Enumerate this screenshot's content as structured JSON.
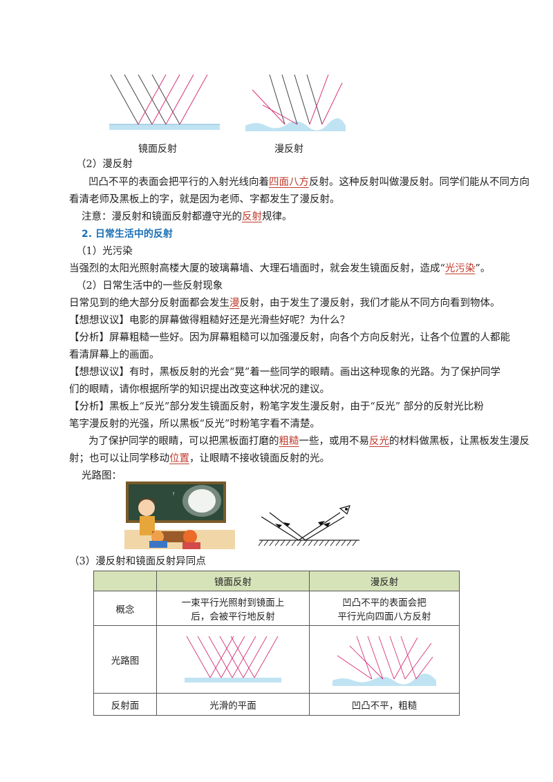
{
  "top_figure": {
    "caption_left": "镜面反射",
    "caption_right": "漫反射"
  },
  "section_diffuse": {
    "heading": "（2）漫反射",
    "p1_a": "凹凸不平的表面会把平行的入射光线向着",
    "p1_blank": "四面八方",
    "p1_b": "反射。这种反射叫做漫反射。同学们能从不同方向",
    "p1_c": "看清老师及黑板上的字，就是因为老师、字都发生了漫反射。",
    "note_a": "注意：漫反射和镜面反射都遵守光的",
    "note_blank": "反射",
    "note_b": "规律。"
  },
  "section2": {
    "title": "2.   日常生活中的反射",
    "sub1": "（1）光污染",
    "p1_a": "当强烈的太阳光照射高楼大厦的玻璃幕墙、大理石墙面时，就会发生镜面反射，造成“",
    "p1_blank": "光污染",
    "p1_b": "”。",
    "sub2": "（2）日常生活中的一些反射现象",
    "p2_a": "日常见到的绝大部分反射面都会发生",
    "p2_blank": "漫",
    "p2_b": "反射，由于发生了漫反射，我们才能从不同方向看到物体。",
    "q1": "【想想议议】电影的屏幕做得粗糙好还是光滑些好呢？为什么？",
    "a1_a": "【分析】屏幕粗糙一些好。因为屏幕粗糙可以加强漫反射，向各个方向反射光，让各个位置的人都能",
    "a1_b": "看清屏幕上的画面。",
    "q2_a": "【想想议议】有时，黑板反射的光会“晃”着一些同学的眼睛。画出这种现象的光路。为了保护同学",
    "q2_b": "们的眼睛，请你根据所学的知识提出改变这种状况的建议。",
    "a2_a": "【分析】黑板上“反光”部分发生镜面反射，粉笔字发生漫反射，由于“反光” 部分的反射光比粉",
    "a2_b": "笔字漫反射的光强，所以黑板“反光”时粉笔字看不清楚。",
    "p3_a": "为了保护同学的眼睛，可以把黑板面打磨的",
    "p3_blank1": "粗糙",
    "p3_b": "一些，或用不易",
    "p3_blank2": "反光",
    "p3_c": "的材料做黑板，让黑板发生漫反",
    "p3_d": "射；也可以让同学移动",
    "p3_blank3": "位置",
    "p3_e": "，让眼睛不接收镜面反射的光。",
    "lightpath_label": "光路图："
  },
  "section3": {
    "heading": "（3）漫反射和镜面反射异同点",
    "table": {
      "col_mirror": "镜面反射",
      "col_diffuse": "漫反射",
      "row_concept": "概念",
      "concept_mirror_1": "一束平行光照射到镜面上",
      "concept_mirror_2": "后，会被平行地反射",
      "concept_diffuse_1": "凹凸不平的表面会把",
      "concept_diffuse_2": "平行光向四面八方反射",
      "row_lightpath": "光路图",
      "row_surface": "反射面",
      "surface_mirror": "光滑的平面",
      "surface_diffuse": "凹凸不平，粗糙"
    }
  },
  "colors": {
    "ray_incident": "#333333",
    "ray_reflected": "#d6337a",
    "surface": "#bfe3f2",
    "blank_text": "#c0392b",
    "heading_blue": "#1a6fb5",
    "table_header_bg": "#d6e3b9"
  }
}
